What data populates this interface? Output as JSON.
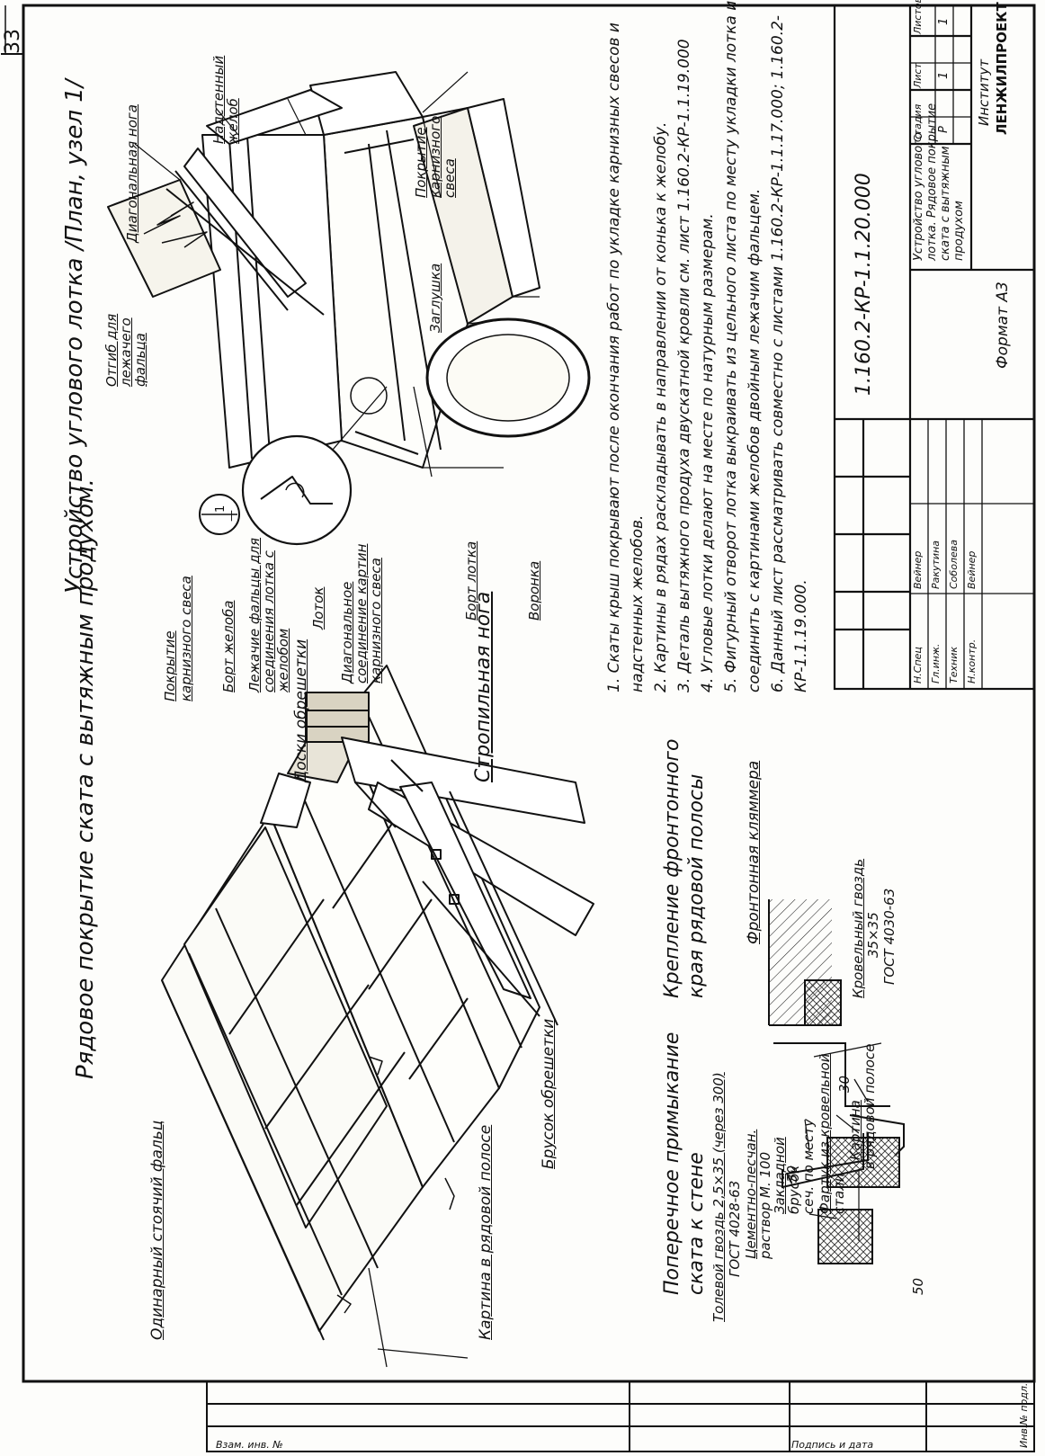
{
  "sheet": {
    "page_number": "33",
    "format_label": "Формат А3",
    "document_code": "1.160.2-КР-1.1.20.000",
    "title_left": "Рядовое покрытие ската с вытяжным продухом.",
    "title_right": "Устройство углового лотка /План, узел 1/"
  },
  "left_labels": {
    "fold": "Одинарный стоячий фальц",
    "picture": "Картина в рядовой полосе",
    "bar": "Брусок обрешетки",
    "boards": "Доски обрешетки",
    "rafter": "Стропильная нога"
  },
  "junction": {
    "title1": "Поперечное примыкание",
    "title2": "ската к стене",
    "nail": "Толевой гвоздь 2,5×35 (через 300)",
    "gost": "ГОСТ 4028-63",
    "mortar1": "Цементно-песчан.",
    "mortar2": "раствор М. 100",
    "bar1": "Закладной",
    "bar2": "брусок",
    "bar3": "сеч. по месту",
    "steel1": "Фартук из кровельной",
    "steel2": "стали",
    "pic1": "Картина",
    "pic2": "в рядовой полосе",
    "dim": "30"
  },
  "fastening": {
    "title1": "Крепление фронтонного",
    "title2": "края рядовой полосы",
    "clamp": "Фронтонная кляммера",
    "nail1": "Кровельный гвоздь",
    "nail2": "35×35",
    "gost": "ГОСТ 4030-63",
    "dim1": "30",
    "dim2": "50"
  },
  "right_labels": {
    "roof_cover": "Покрытие карнизного свеса",
    "gutter_board": "Борт желоба",
    "lying_folds": "Лежачие фальцы для соединения лотка с желобом",
    "tray": "Лоток",
    "diagonal": "Диагональное соединение картин карнизного свеса",
    "tray_board": "Борт лотка",
    "funnel": "Воронка",
    "bend": "Отгиб для лежачего фальца",
    "plug": "Заглушка",
    "cornice_cover": "Покрытие карнизного свеса",
    "wall_gutter": "Надстенный желоб",
    "ridge_leg": "Диагональная нога",
    "node_num": "1",
    "node_den": "—"
  },
  "notes": [
    "1. Скаты крыш покрывают после окончания работ по укладке карнизных свесов и надстенных желобов.",
    "2. Картины в рядах раскладывать в направлении от конька к желобу.",
    "3. Деталь вытяжного продуха двускатной кровли см. лист 1.160.2-КР-1.1.19.000",
    "4. Угловые лотки делают на месте по натурным размерам.",
    "5. Фигурный отворот лотка выкраивать из цельного листа по месту укладки лотка и соединить с картинами желобов двойным лежачим фальцем.",
    "6. Данный лист рассматривать совместно с листами 1.160.2-КР-1.1.17.000; 1.160.2-КР-1.1.19.000."
  ],
  "title_block": {
    "code": "1.160.2-КР-1.1.20.000",
    "description1": "Устройство углового",
    "description2": "лотка. Рядовое покрытие",
    "description3": "ската с вытяжным",
    "description4": "продухом",
    "stage_head": "Стадия",
    "sheet_head": "Лист",
    "sheets_head": "Листов",
    "stage_val": "Р",
    "sheet_val": "1",
    "sheets_val": "1",
    "institute1": "Институт",
    "institute2": "ЛЕНЖИЛПРОЕКТ",
    "roles": [
      "Н.Спец",
      "Гл.инж.",
      "Техник",
      "Н.контр."
    ],
    "names": [
      "Вейнер",
      "Ракутина",
      "Соболева",
      "Вейнер"
    ]
  },
  "side_stamp": {
    "c1": "Инв.№ подл.",
    "c2": "Подпись и дата",
    "c3": "Взам. инв. №"
  }
}
